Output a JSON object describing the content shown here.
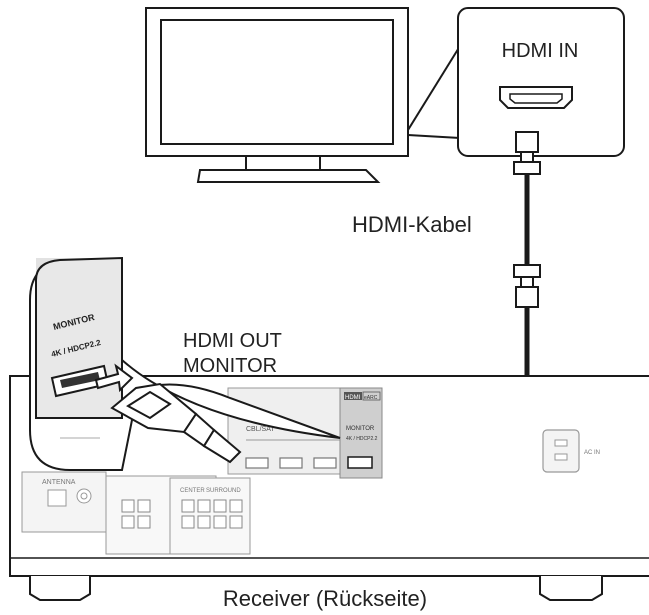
{
  "labels": {
    "hdmi_in": "HDMI IN",
    "hdmi_cable": "HDMI-Kabel",
    "hdmi_out_line1": "HDMI OUT",
    "hdmi_out_line2": "MONITOR",
    "receiver": "Receiver (Rückseite)"
  },
  "panel_text": {
    "monitor": "MONITOR",
    "hdcp": "4K / HDCP2.2",
    "hdmi_badge": "HDMI",
    "earc": "eARC",
    "cbl_sat": "CBL/SAT",
    "ac_in": "AC IN",
    "antenna": "ANTENNA",
    "center": "CENTER",
    "surround": "SURROUND"
  },
  "colors": {
    "line": "#1a1a1a",
    "panel": "#e6e6e6",
    "panel_edge": "#9a9a9a",
    "highlight": "#c8c8c8"
  }
}
